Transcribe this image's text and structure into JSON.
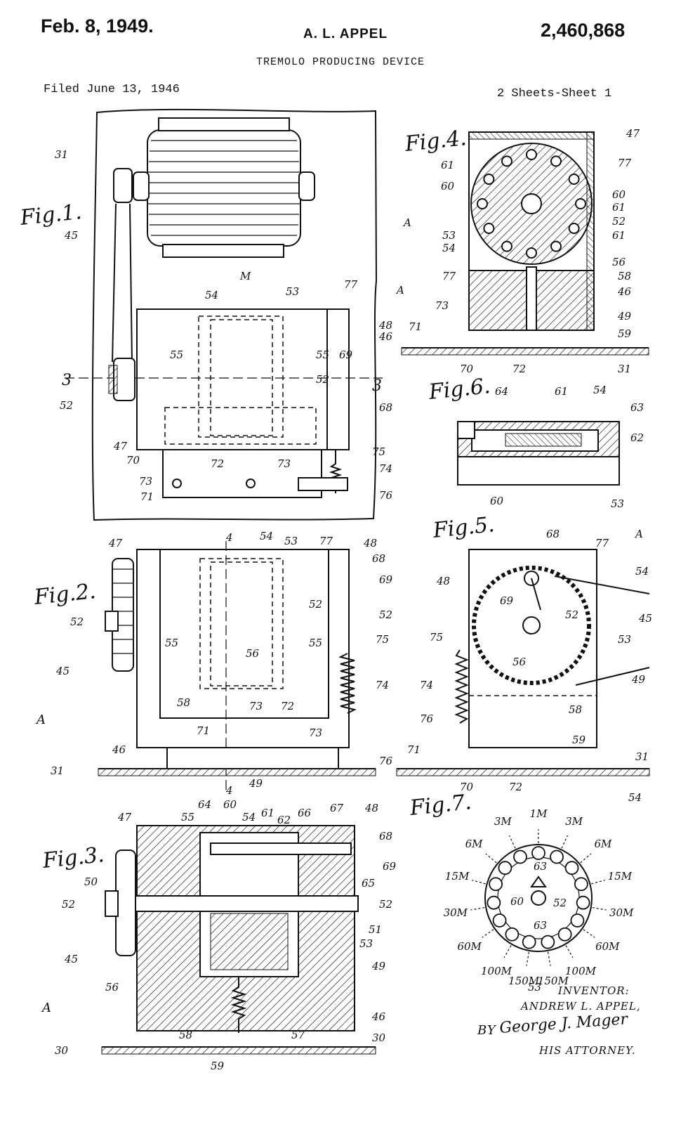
{
  "header": {
    "date": "Feb. 8, 1949.",
    "inventor": "A. L. APPEL",
    "patent_number": "2,460,868",
    "title": "TREMOLO PRODUCING DEVICE",
    "filed": "Filed June 13, 1946",
    "sheets": "2 Sheets-Sheet 1"
  },
  "figures": {
    "fig1": {
      "label": "Fig.1.",
      "refs": {
        "r31": "31",
        "r45": "45",
        "rM": "M",
        "r54": "54",
        "r53": "53",
        "r77": "77",
        "rA": "A",
        "r48": "48",
        "r46": "46",
        "r55a": "55",
        "r55b": "55",
        "r69": "69",
        "r3a": "3",
        "r3b": "3",
        "r52a": "52",
        "r52b": "52",
        "r68": "68",
        "r47": "47",
        "r70": "70",
        "r72": "72",
        "r75": "75",
        "r73a": "73",
        "r73b": "73",
        "r74": "74",
        "r71": "71",
        "r76": "76"
      }
    },
    "fig2": {
      "label": "Fig.2.",
      "refs": {
        "r4a": "4",
        "r4b": "4",
        "r54": "54",
        "r53": "53",
        "r77": "77",
        "r47": "47",
        "r48": "48",
        "r68": "68",
        "r69": "69",
        "r52a": "52",
        "r52b": "52",
        "r52c": "52",
        "r55a": "55",
        "r55b": "55",
        "r75": "75",
        "r56": "56",
        "r74": "74",
        "r45": "45",
        "r58": "58",
        "r73a": "73",
        "r73b": "73",
        "r71": "71",
        "r72": "72",
        "rA": "A",
        "r46": "46",
        "r31": "31",
        "r49": "49",
        "r76": "76"
      }
    },
    "fig3": {
      "label": "Fig.3.",
      "refs": {
        "r47": "47",
        "r55": "55",
        "r64": "64",
        "r60": "60",
        "r54": "54",
        "r61": "61",
        "r62": "62",
        "r66": "66",
        "r67": "67",
        "r48": "48",
        "r68": "68",
        "r69": "69",
        "r50": "50",
        "r65": "65",
        "r52a": "52",
        "r52b": "52",
        "r51": "51",
        "r53": "53",
        "r45": "45",
        "r49": "49",
        "r56": "56",
        "rA": "A",
        "r58": "58",
        "r57": "57",
        "r46": "46",
        "r30a": "30",
        "r30b": "30",
        "r59": "59"
      }
    },
    "fig4": {
      "label": "Fig.4.",
      "refs": {
        "r47": "47",
        "r61a": "61",
        "r77a": "77",
        "r60a": "60",
        "r60b": "60",
        "r61b": "61",
        "rA": "A",
        "r52": "52",
        "r53": "53",
        "r61c": "61",
        "r54": "54",
        "r56": "56",
        "r77b": "77",
        "r58": "58",
        "r46": "46",
        "r49": "49",
        "r73": "73",
        "r71": "71",
        "r59": "59",
        "r70": "70",
        "r72": "72",
        "r31": "31"
      }
    },
    "fig5": {
      "label": "Fig.5.",
      "refs": {
        "r68": "68",
        "r77": "77",
        "rA": "A",
        "r48": "48",
        "r54": "54",
        "r69": "69",
        "r52": "52",
        "r45": "45",
        "r75": "75",
        "r53": "53",
        "r56": "56",
        "r74": "74",
        "r49": "49",
        "r58": "58",
        "r76": "76",
        "r59": "59",
        "r71": "71",
        "r31": "31",
        "r70": "70",
        "r72": "72"
      }
    },
    "fig6": {
      "label": "Fig.6.",
      "refs": {
        "r64": "64",
        "r61": "61",
        "r54": "54",
        "r63": "63",
        "r62": "62",
        "r60": "60",
        "r53": "53"
      }
    },
    "fig7": {
      "label": "Fig.7.",
      "refs": {
        "r54": "54",
        "r53": "53",
        "r60": "60",
        "r63a": "63",
        "r63b": "63",
        "r52": "52"
      },
      "intervals": [
        "1M",
        "3M",
        "3M",
        "6M",
        "6M",
        "15M",
        "15M",
        "30M",
        "30M",
        "60M",
        "60M",
        "100M",
        "100M",
        "150M",
        "150M"
      ]
    }
  },
  "signature": {
    "inventor_label": "INVENTOR:",
    "inventor_name": "ANDREW L. APPEL,",
    "by": "BY",
    "attorney_signature": "George J. Mager",
    "attorney_label": "HIS ATTORNEY."
  }
}
